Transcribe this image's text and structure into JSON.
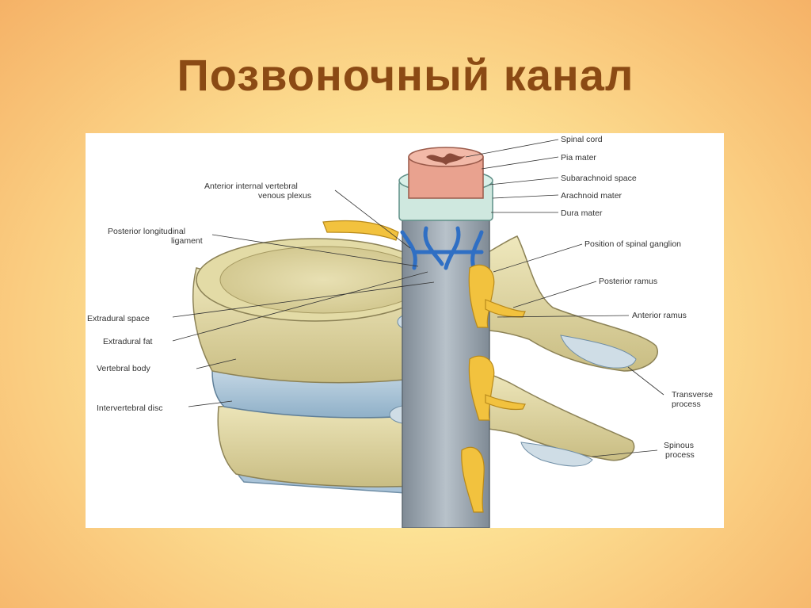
{
  "title": "Позвоночный канал",
  "labels": {
    "spinal_cord": "Spinal cord",
    "pia_mater": "Pia mater",
    "subarachnoid_space": "Subarachnoid space",
    "arachnoid_mater": "Arachnoid mater",
    "dura_mater": "Dura mater",
    "position_spinal_ganglion": "Position of spinal ganglion",
    "posterior_ramus": "Posterior ramus",
    "anterior_ramus": "Anterior ramus",
    "transverse_process_1": "Transverse",
    "transverse_process_2": "process",
    "spinous_process_1": "Spinous",
    "spinous_process_2": "process",
    "anterior_venous_1": "Anterior internal vertebral",
    "anterior_venous_2": "venous plexus",
    "posterior_longitudinal_1": "Posterior longitudinal",
    "posterior_longitudinal_2": "ligament",
    "extradural_space": "Extradural space",
    "extradural_fat": "Extradural fat",
    "vertebral_body": "Vertebral body",
    "intervertebral_disc": "Intervertebral disc"
  },
  "colors": {
    "bone": "#e2d9a4",
    "bone_dark": "#b9ad74",
    "cord": "#e9a28f",
    "dura": "#9aa7b0",
    "nerve": "#f2c23e",
    "vein": "#2f6fc4",
    "disc": "#a9c3d8",
    "title": "#8b4a14"
  }
}
